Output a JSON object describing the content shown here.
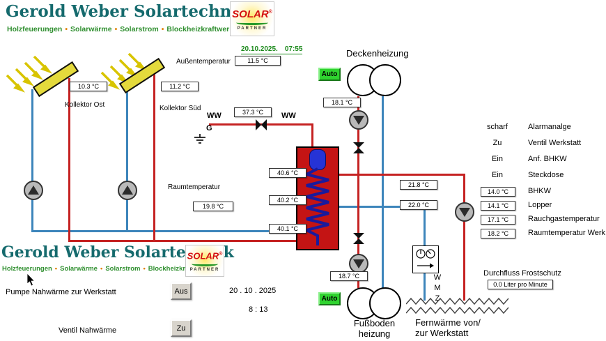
{
  "header": {
    "title": "Gerold Weber Solartechnik",
    "subtitle_items": [
      "Holzfeuerungen",
      "Solarwärme",
      "Solarstrom",
      "Blockheizkraftwerke"
    ],
    "bullet": "•",
    "logo": {
      "main": "SOLAR",
      "sub": "PARTNER",
      "reg": "®"
    }
  },
  "top": {
    "date": "20.10.2025.",
    "time": "07:55",
    "aussentemperatur_label": "Außentemperatur",
    "aussentemperatur_value": "11.5 °C"
  },
  "collectors": {
    "ost": {
      "label": "Kollektor Ost",
      "value": "10.3 °C"
    },
    "sued": {
      "label": "Kollektor Süd",
      "value": "11.2 °C"
    }
  },
  "ww": {
    "label1": "WW",
    "label2": "WW",
    "g_label": "G",
    "temp": "37.3 °C"
  },
  "decken": {
    "label": "Deckenheizung",
    "auto": "Auto",
    "temp": "18.1 °C"
  },
  "raum": {
    "label": "Raumtemperatur",
    "value": "19.8 °C"
  },
  "tank": {
    "temp_top": "40.6 °C",
    "temp_mid": "40.2 °C",
    "temp_bottom": "40.1 °C"
  },
  "right": {
    "temp_supply": "21.8 °C",
    "temp_return": "22.0 °C"
  },
  "status": {
    "rows": [
      {
        "value": "scharf",
        "label": "Alarmanalge"
      },
      {
        "value": "Zu",
        "label": "Ventil Werkstatt"
      },
      {
        "value": "Ein",
        "label": "Anf. BHKW"
      },
      {
        "value": "Ein",
        "label": "Steckdose"
      },
      {
        "value": "14.0 °C",
        "label": "BHKW"
      },
      {
        "value": "14.1 °C",
        "label": "Lopper"
      },
      {
        "value": "17.1 °C",
        "label": "Rauchgastemperatur"
      },
      {
        "value": "18.2 °C",
        "label": "Raumtemperatur Werk"
      }
    ]
  },
  "fussboden": {
    "label_line1": "Fußboden",
    "label_line2": "heizung",
    "auto": "Auto",
    "temp": "18.7 °C"
  },
  "fernwaerme": {
    "label_line1": "Fernwärme von/",
    "label_line2": "zur Werkstatt"
  },
  "wmz": {
    "w": "W",
    "m": "M",
    "z": "Z"
  },
  "durchfluss": {
    "label": "Durchfluss Frostschutz",
    "value": "0.0 Liter pro Minute"
  },
  "controls": {
    "pumpe_label": "Pumpe Nahwärme zur Werkstatt",
    "pumpe_button": "Aus",
    "ventil_label": "Ventil Nahwärme",
    "ventil_button": "Zu",
    "date": "20 . 10 . 2025",
    "time": "8 : 13"
  },
  "colors": {
    "pipe_hot": "#c52222",
    "pipe_cold": "#3d85bb",
    "auto_green": "#2fd32f",
    "brand_teal": "#156a6d",
    "brand_green": "#2f8f2f",
    "logo_red": "#d41111",
    "tank_red": "#c41414",
    "collector_yellow": "#e4da3c"
  }
}
